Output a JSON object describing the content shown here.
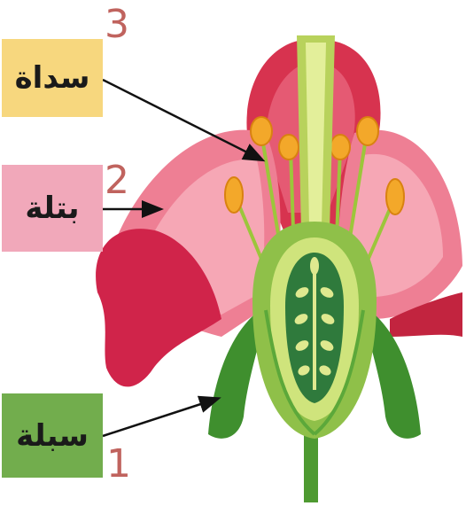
{
  "labels": {
    "stigma": {
      "text": "سداة",
      "number": "3",
      "color": "#f7d77e"
    },
    "petal": {
      "text": "بتلة",
      "number": "2",
      "color": "#f1a8ba"
    },
    "sepal": {
      "text": "سبلة",
      "number": "1",
      "color": "#72ad4d"
    }
  },
  "colors": {
    "number_color": "#c0635e",
    "petal_outer": "#d93a5c",
    "petal_inner": "#f28ca0",
    "sepal": "#3f8f2e",
    "pistil": "#cbe07a",
    "ovary": "#2f7a3c",
    "anther": "#f3a82a",
    "arrow": "#111111"
  }
}
